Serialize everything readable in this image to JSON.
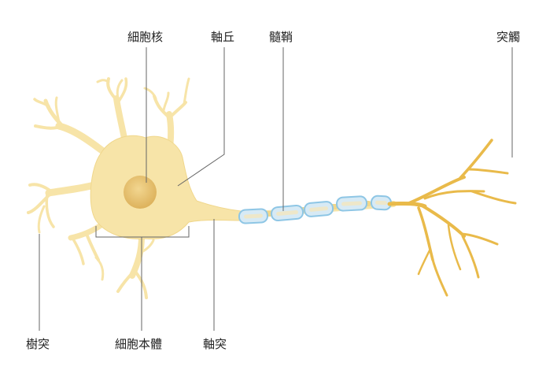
{
  "labels": {
    "nucleus": "細胞核",
    "axon_hillock": "軸丘",
    "myelin_sheath": "髓鞘",
    "synapse": "突觸",
    "dendrite": "樹突",
    "cell_body": "細胞本體",
    "axon": "軸突"
  },
  "colors": {
    "neuron_body": "#F7E4A8",
    "neuron_outline": "#F0D78C",
    "nucleus": "#E3BE6A",
    "terminal": "#E9BA4A",
    "myelin_fill": "#D7EAF5",
    "myelin_stroke": "#8EC6E5",
    "leader_line": "#666666",
    "text": "#222222"
  }
}
